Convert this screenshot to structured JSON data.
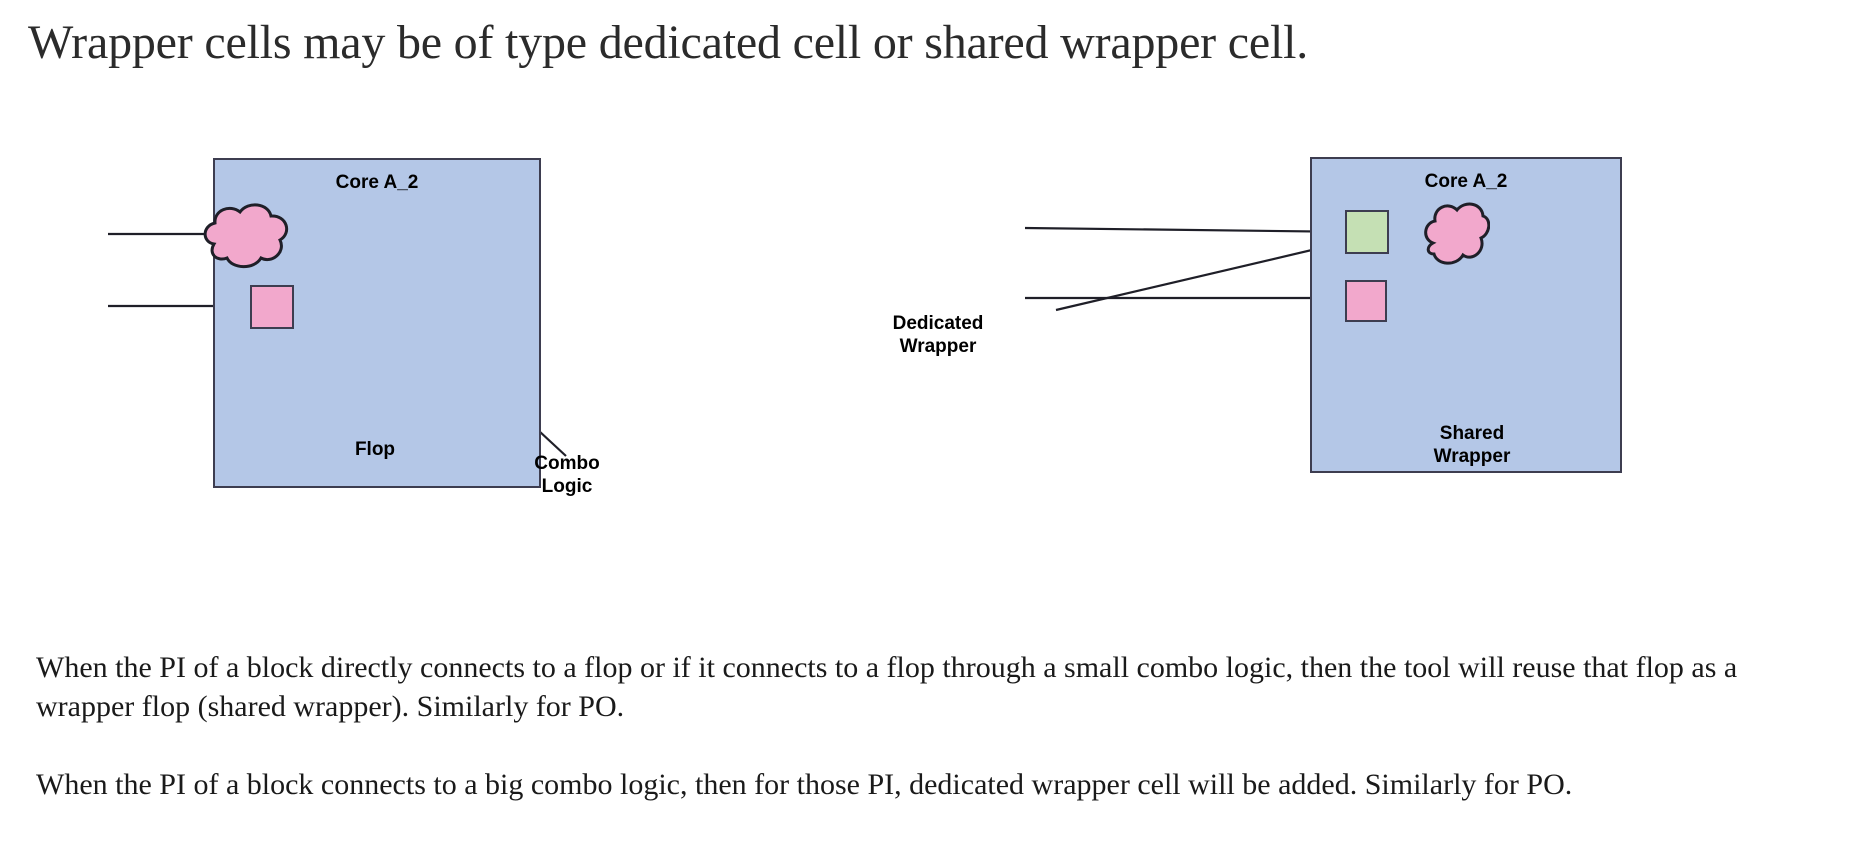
{
  "slide": {
    "title": "Wrapper cells may be of type dedicated cell or shared wrapper cell.",
    "background_color": "#ffffff"
  },
  "colors": {
    "core_fill": "#b4c7e7",
    "core_stroke": "#3d3d50",
    "flop_fill": "#f2a8cc",
    "combo_logic_fill": "#f2a8cc",
    "dedicated_wrapper_fill": "#c5e0b4",
    "line_stroke": "#1f1f28",
    "title_color": "#2b2b2b",
    "body_color": "#1a1a1a"
  },
  "diagrams": [
    {
      "id": "left",
      "core_label": "Core A_2",
      "shapes": [
        {
          "name": "combo-logic-cloud",
          "kind": "cloud",
          "fill": "#f2a8cc"
        },
        {
          "name": "flop-square",
          "kind": "square",
          "fill": "#f2a8cc"
        }
      ],
      "callouts": [
        {
          "name": "flop-label",
          "text": "Flop"
        },
        {
          "name": "combo-logic-label",
          "text": "Combo\nLogic"
        }
      ]
    },
    {
      "id": "right",
      "core_label": "Core A_2",
      "shapes": [
        {
          "name": "dedicated-wrapper-square",
          "kind": "square",
          "fill": "#c5e0b4"
        },
        {
          "name": "combo-logic-cloud",
          "kind": "cloud",
          "fill": "#f2a8cc"
        },
        {
          "name": "shared-wrapper-flop-square",
          "kind": "square",
          "fill": "#f2a8cc"
        }
      ],
      "callouts": [
        {
          "name": "dedicated-wrapper-label",
          "text": "Dedicated\nWrapper"
        },
        {
          "name": "shared-wrapper-label",
          "text": "Shared\nWrapper"
        }
      ]
    }
  ],
  "body": {
    "paragraph_1": "When the PI of a block directly connects to a flop or if it connects to a flop through a small combo logic, then the tool will reuse that flop as a wrapper flop (shared wrapper). Similarly for PO.",
    "paragraph_2": "When the PI of a block connects to a big combo logic, then for those PI, dedicated wrapper cell will be added. Similarly for PO."
  }
}
